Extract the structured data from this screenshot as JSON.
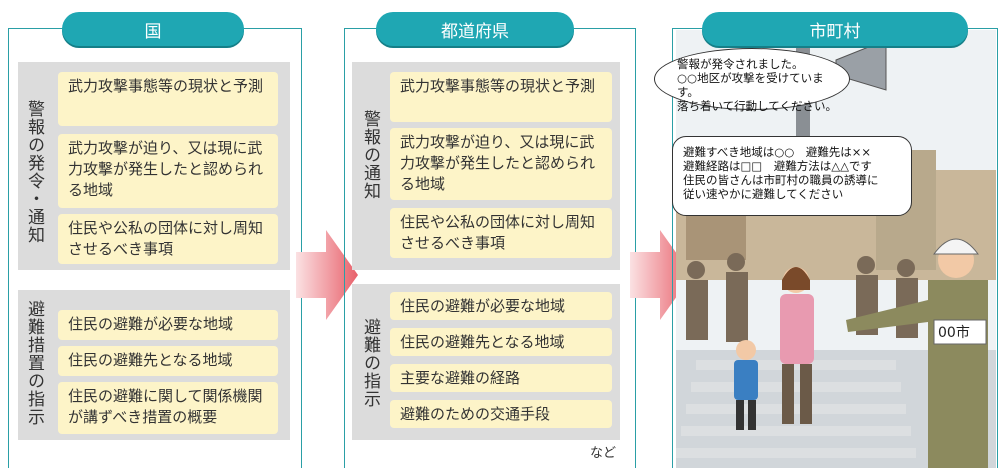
{
  "columns": {
    "national": {
      "title": "国",
      "sec1_label": "警報の発令・通知",
      "sec1_items": [
        "武力攻撃事態等の現状と予測",
        "武力攻撃が迫り、又は現に武力攻撃が発生したと認められる地域",
        "住民や公私の団体に対し周知させるべき事項"
      ],
      "sec2_label": "避難措置の指示",
      "sec2_items": [
        "住民の避難が必要な地域",
        "住民の避難先となる地域",
        "住民の避難に関して関係機関が講ずべき措置の概要"
      ]
    },
    "prefecture": {
      "title": "都道府県",
      "sec1_label": "警報の通知",
      "sec1_items": [
        "武力攻撃事態等の現状と予測",
        "武力攻撃が迫り、又は現に武力攻撃が発生したと認められる地域",
        "住民や公私の団体に対し周知させるべき事項"
      ],
      "sec2_label": "避難の指示",
      "sec2_items": [
        "住民の避難が必要な地域",
        "住民の避難先となる地域",
        "主要な避難の経路",
        "避難のための交通手段"
      ],
      "note": "など"
    },
    "municipality": {
      "title": "市町村",
      "bubble1": [
        "警報が発令されました。",
        "○○地区が攻撃を受けています。",
        "落ち着いて行動してください。"
      ],
      "bubble2": [
        "避難すべき地域は○○　避難先は××",
        "避難経路は□□　避難方法は△△です",
        "住民の皆さんは市町村の職員の誘導に",
        "従い速やかに避難してください"
      ],
      "armband": "00市"
    }
  },
  "colors": {
    "accent": "#1fa7b3",
    "item_bg": "#fdf4c8",
    "block_bg": "#dcdcdc",
    "arrow": "#e8606a"
  }
}
